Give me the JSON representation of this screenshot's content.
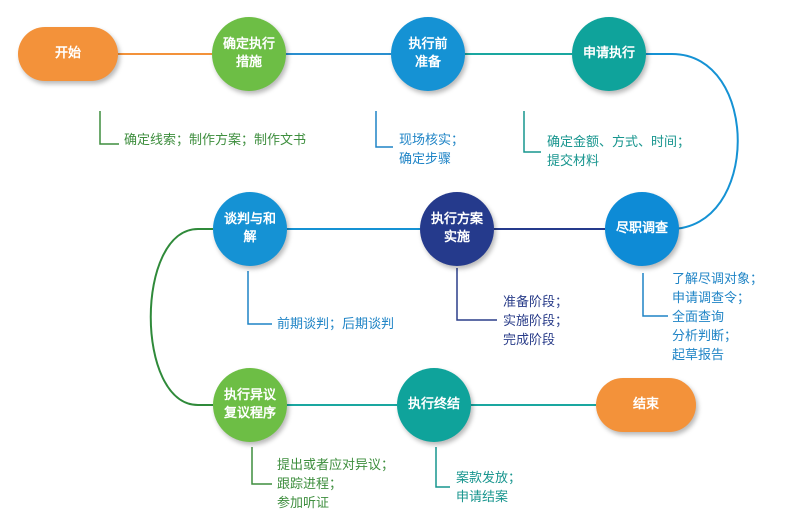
{
  "colors": {
    "orange": "#F3923A",
    "green": "#6DBE45",
    "blue": "#1592D4",
    "teal": "#0FA39B",
    "navy": "#253A8C",
    "bright_blue": "#0E8BD6",
    "note_green": "#3E8E3E",
    "note_blue": "#1F84C6",
    "note_teal": "#17958E",
    "note_navy": "#2B3E8A"
  },
  "nodes": {
    "start": {
      "lines": [
        "开始"
      ]
    },
    "confirm": {
      "lines": [
        "确定执行",
        "措施"
      ]
    },
    "prepare": {
      "lines": [
        "执行前",
        "准备"
      ]
    },
    "apply": {
      "lines": [
        "申请执行"
      ]
    },
    "diligence": {
      "lines": [
        "尽职调查"
      ]
    },
    "implement": {
      "lines": [
        "执行方案",
        "实施"
      ]
    },
    "negotiate": {
      "lines": [
        "谈判与和",
        "解"
      ]
    },
    "objection": {
      "lines": [
        "执行异议",
        "复议程序"
      ]
    },
    "conclude": {
      "lines": [
        "执行终结"
      ]
    },
    "end": {
      "lines": [
        "结束"
      ]
    }
  },
  "notes": {
    "confirm": [
      "确定线索；制作方案；制作文书"
    ],
    "prepare": [
      "现场核实；",
      "确定步骤"
    ],
    "apply": [
      "确定金额、方式、时间；",
      "提交材料"
    ],
    "diligence": [
      "了解尽调对象；",
      "申请调查令；",
      "全面查询",
      "分析判断；",
      "起草报告"
    ],
    "implement": [
      "准备阶段；",
      "实施阶段；",
      "完成阶段"
    ],
    "negotiate": [
      "前期谈判；后期谈判"
    ],
    "objection": [
      "提出或者应对异议；",
      "跟踪进程；",
      "参加听证"
    ],
    "conclude": [
      "案款发放；",
      "申请结案"
    ]
  }
}
